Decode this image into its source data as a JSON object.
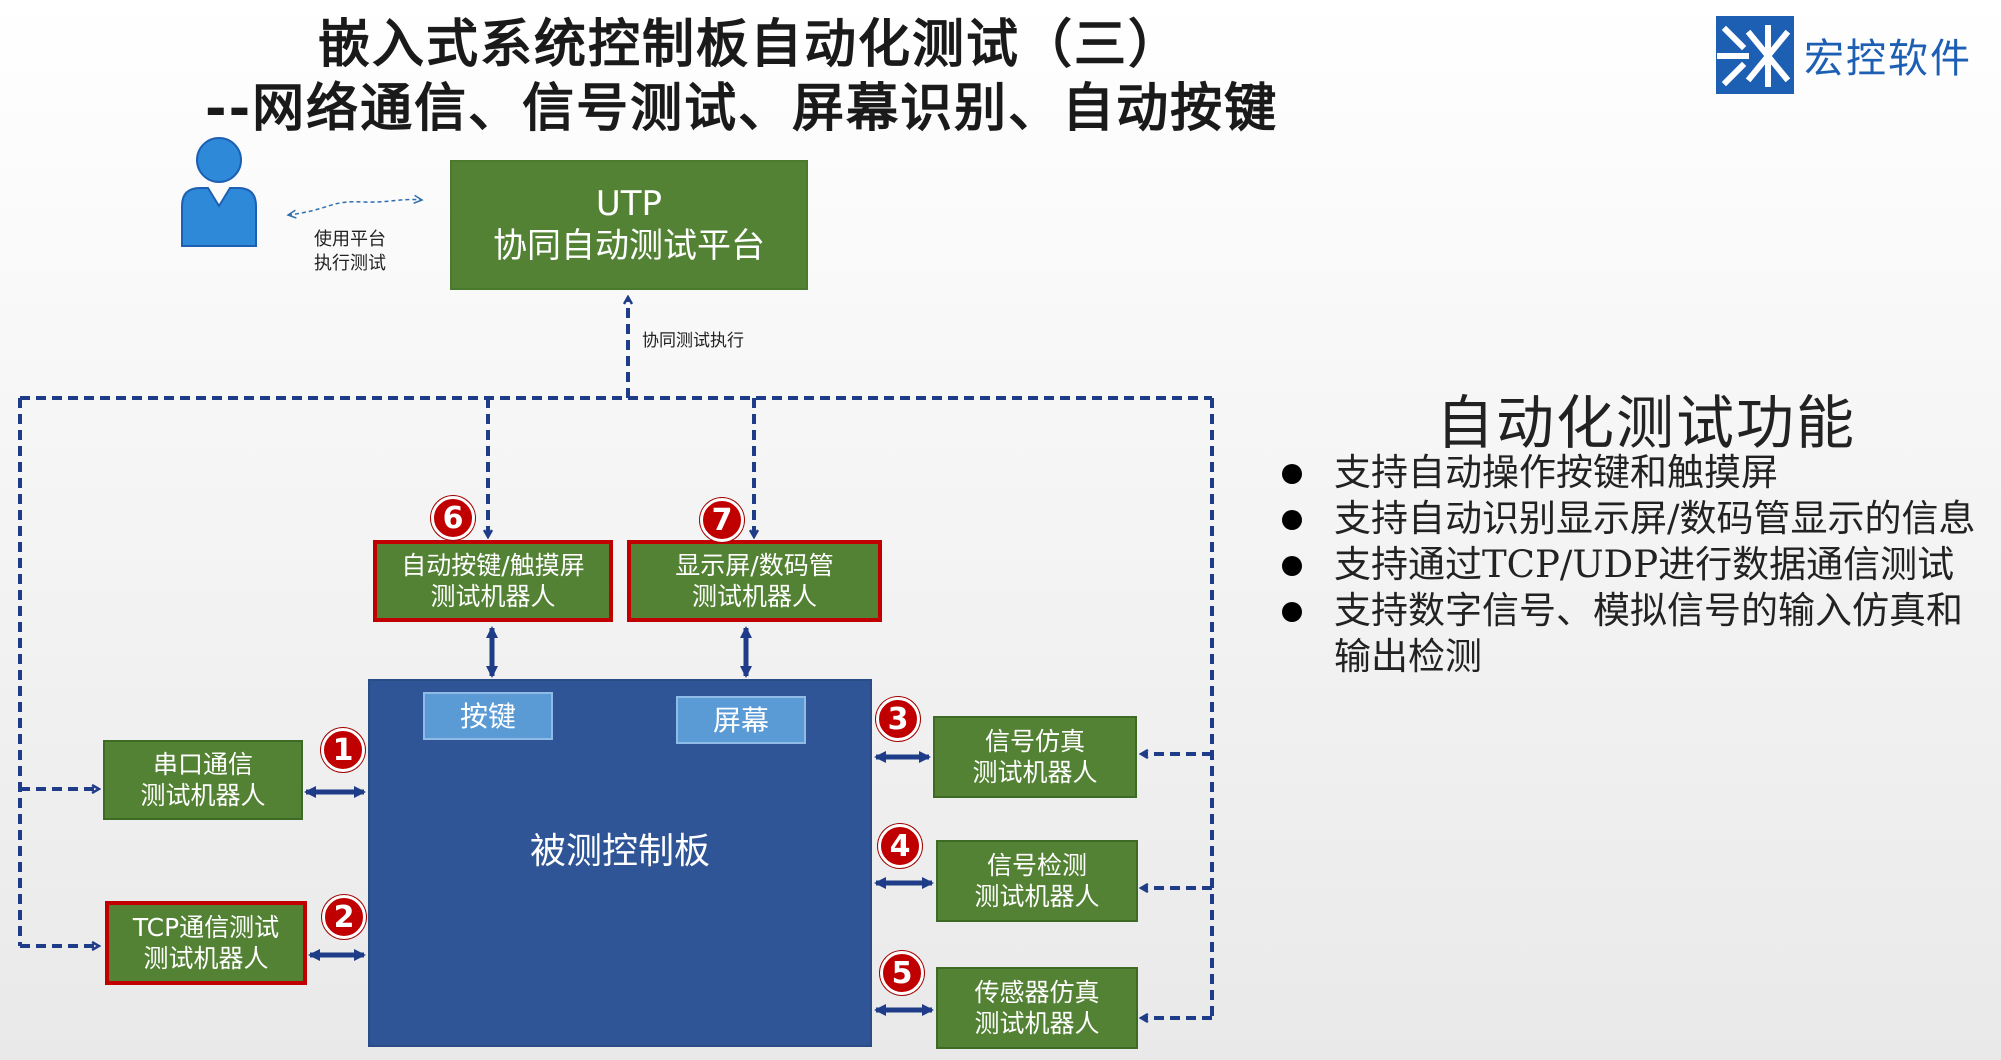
{
  "header": {
    "title_line1": "嵌入式系统控制板自动化测试（三）",
    "title_line2": "--网络通信、信号测试、屏幕识别、自动按键"
  },
  "logo": {
    "text": "宏控软件",
    "icon": "hongkong-logo-icon"
  },
  "diagram": {
    "user_link_label_1": "使用平台",
    "user_link_label_2": "执行测试",
    "utp": {
      "line1": "UTP",
      "line2": "协同自动测试平台"
    },
    "coord_label": "协同测试执行",
    "board": {
      "label": "被测控制板",
      "key": "按键",
      "screen": "屏幕"
    },
    "robots": [
      {
        "id": "1",
        "line1": "串口通信",
        "line2": "测试机器人",
        "highlight": false
      },
      {
        "id": "2",
        "line1": "TCP通信测试",
        "line2": "测试机器人",
        "highlight": true
      },
      {
        "id": "3",
        "line1": "信号仿真",
        "line2": "测试机器人",
        "highlight": false
      },
      {
        "id": "4",
        "line1": "信号检测",
        "line2": "测试机器人",
        "highlight": false
      },
      {
        "id": "5",
        "line1": "传感器仿真",
        "line2": "测试机器人",
        "highlight": false
      },
      {
        "id": "6",
        "line1": "自动按键/触摸屏",
        "line2": "测试机器人",
        "highlight": true
      },
      {
        "id": "7",
        "line1": "显示屏/数码管",
        "line2": "测试机器人",
        "highlight": true
      }
    ],
    "colors": {
      "robot_green": "#548235",
      "board_blue": "#2f5597",
      "button_blue": "#5b9bd5",
      "badge_red": "#c00000",
      "link_navy": "#1f3c88"
    }
  },
  "features": {
    "title": "自动化测试功能",
    "items": [
      "支持自动操作按键和触摸屏",
      "支持自动识别显示屏/数码管显示的信息",
      "支持通过TCP/UDP进行数据通信测试",
      "支持数字信号、模拟信号的输入仿真和输出检测"
    ]
  }
}
